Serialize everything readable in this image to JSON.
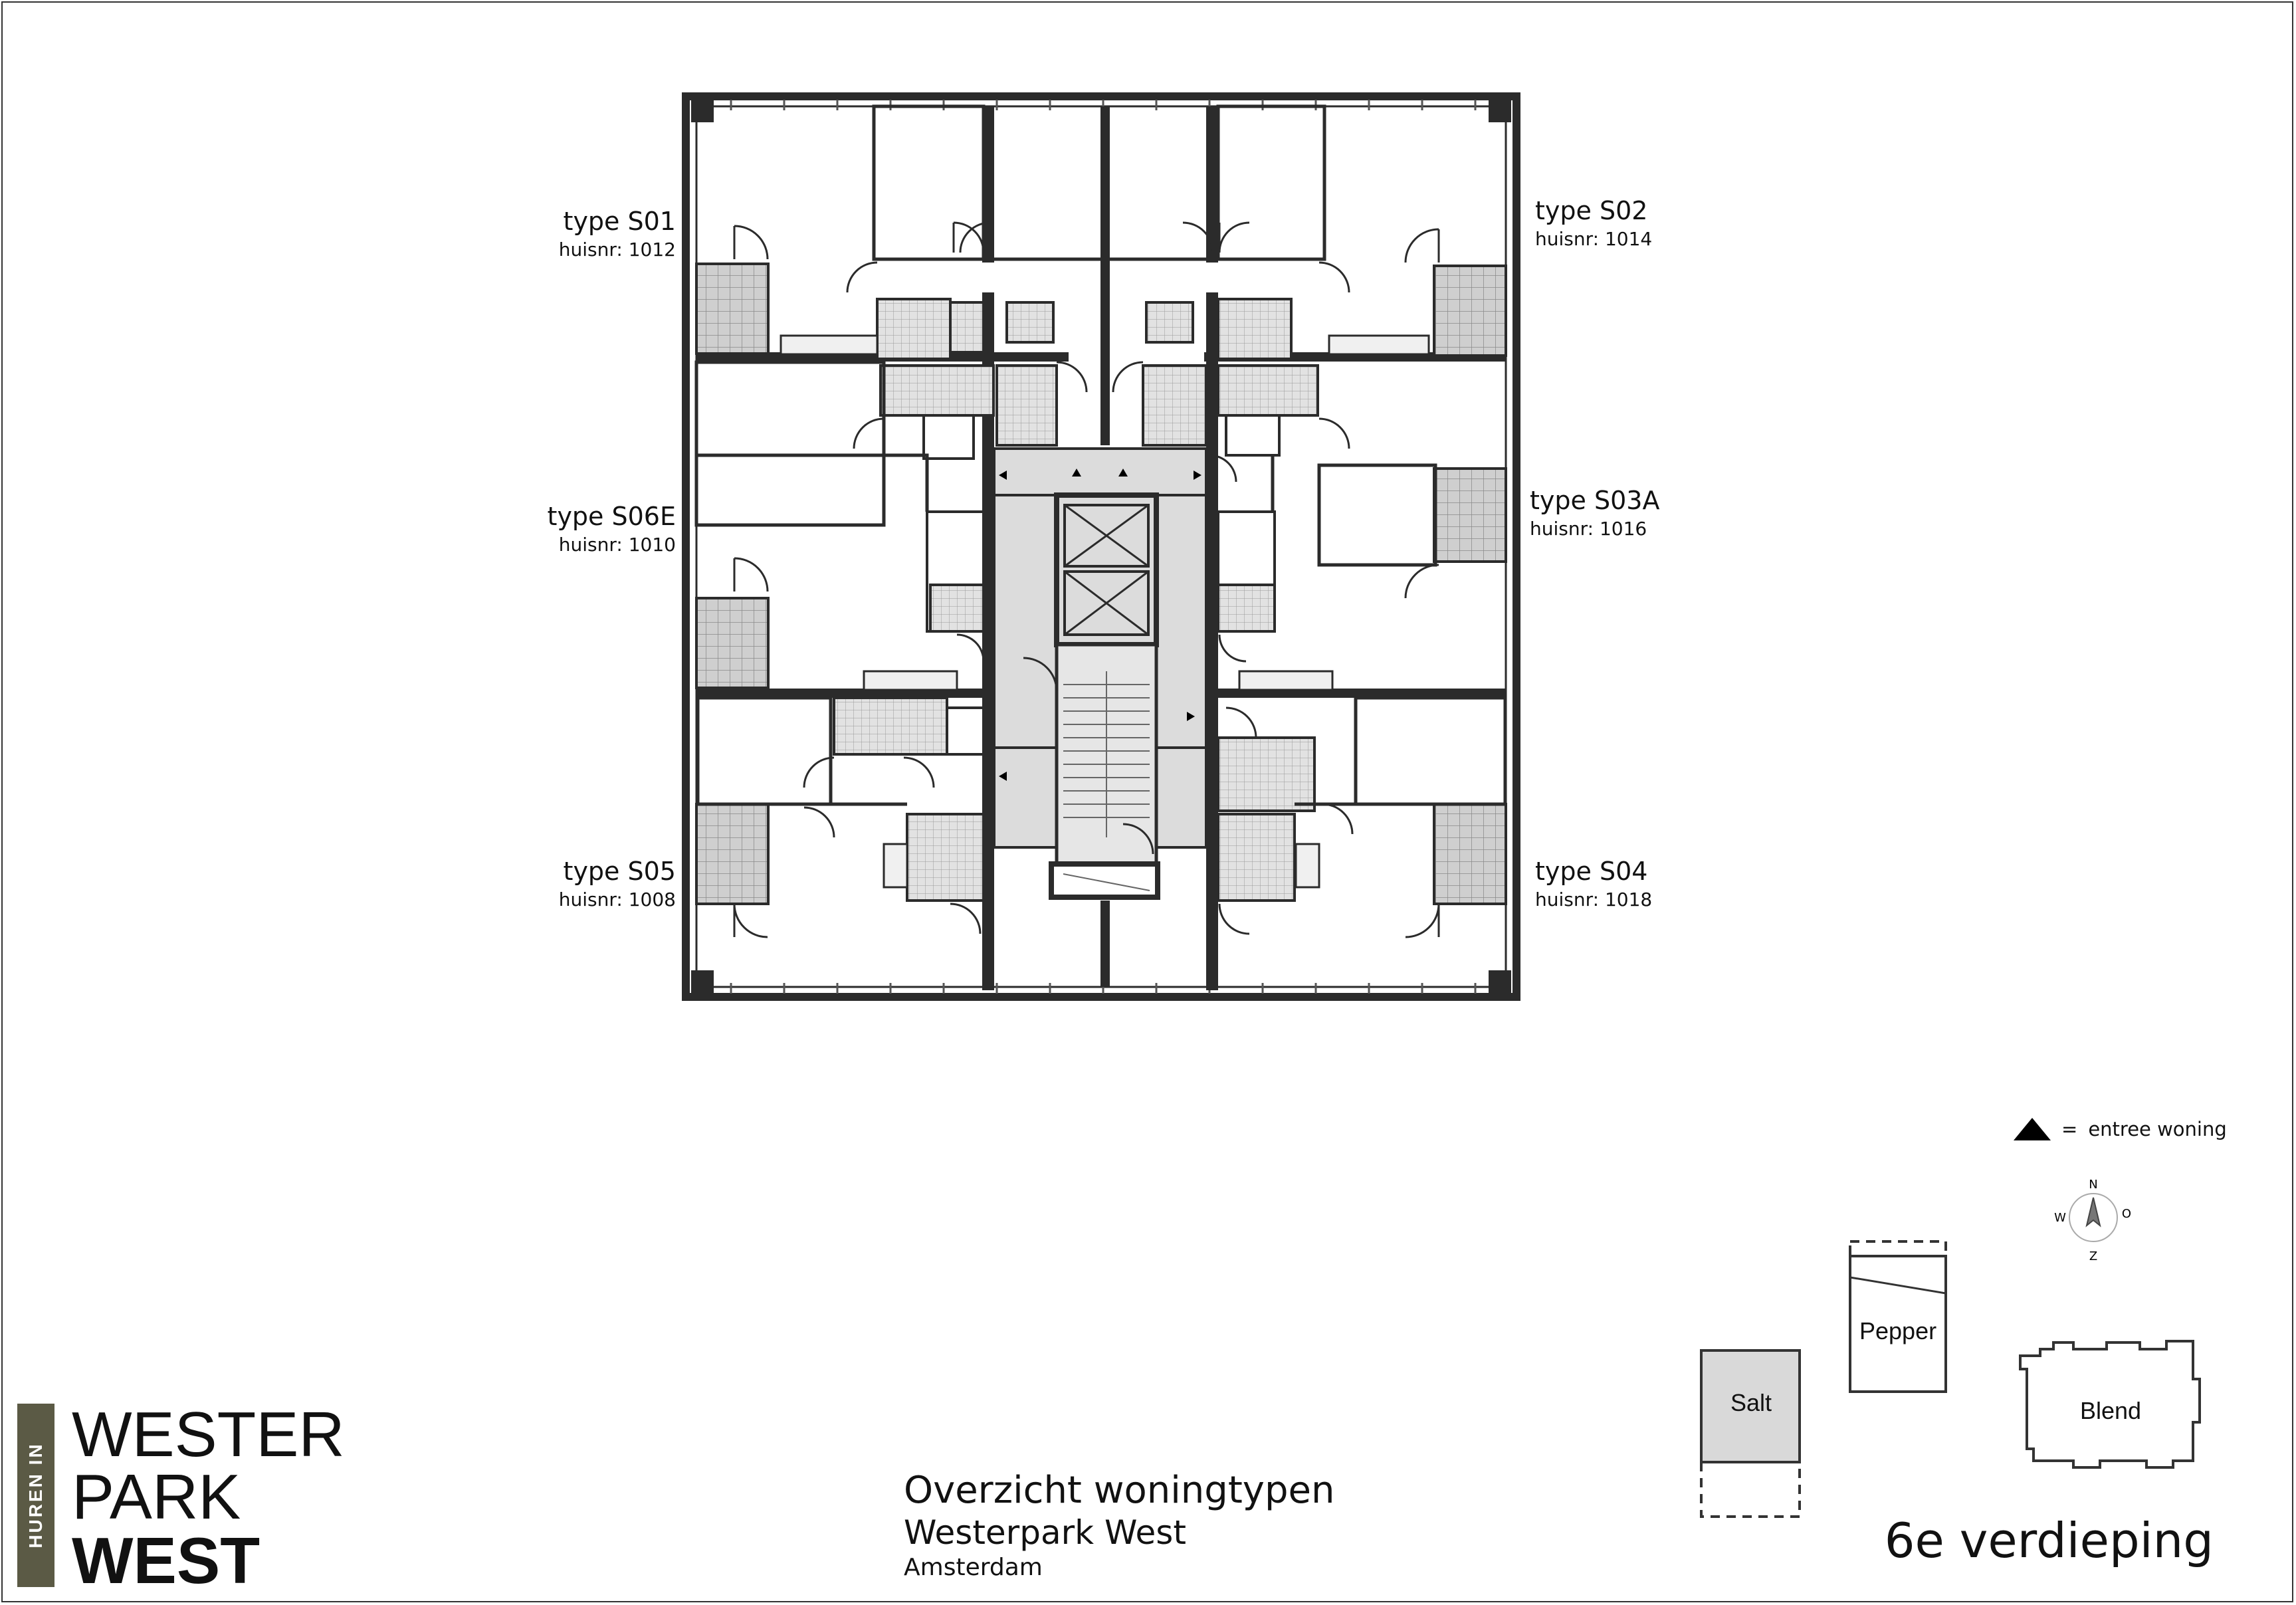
{
  "units": [
    {
      "type": "type S01",
      "huisnr": "huisnr: 1012",
      "side": "left"
    },
    {
      "type": "type S06E",
      "huisnr": "huisnr: 1010",
      "side": "left"
    },
    {
      "type": "type S05",
      "huisnr": "huisnr: 1008",
      "side": "left"
    },
    {
      "type": "type S02",
      "huisnr": "huisnr: 1014",
      "side": "right"
    },
    {
      "type": "type S03A",
      "huisnr": "huisnr: 1016",
      "side": "right"
    },
    {
      "type": "type S04",
      "huisnr": "huisnr: 1018",
      "side": "right"
    }
  ],
  "legend": {
    "symbol": "=",
    "text": "entree woning"
  },
  "compass": {
    "n": "N",
    "o": "O",
    "z": "Z",
    "w": "W"
  },
  "buildings": {
    "salt": "Salt",
    "pepper": "Pepper",
    "blend": "Blend"
  },
  "caption": {
    "title": "Overzicht woningtypen",
    "project": "Westerpark West",
    "city": "Amsterdam"
  },
  "floor": "6e verdieping",
  "logo": {
    "side": "HUREN IN",
    "line1": "WESTER",
    "line2": "PARK",
    "line3": "WEST"
  },
  "colors": {
    "wall": "#2b2b2b",
    "hatch": "#c9c9c9",
    "core": "#dcdcdc",
    "logo_bar": "#5b5a45"
  }
}
